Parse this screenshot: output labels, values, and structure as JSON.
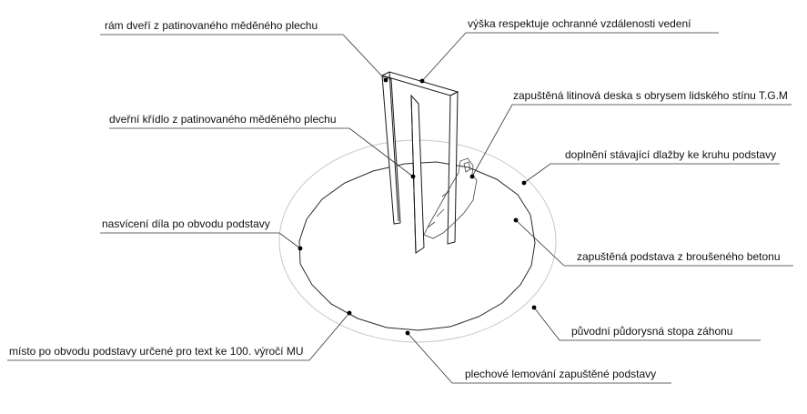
{
  "diagram": {
    "labels": {
      "door_frame": "rám dveří z patinovaného měděného plechu",
      "height": "výška respektuje ochranné vzdálenosti  vedení",
      "cast_iron_plate": "zapuštěná litinová deska s obrysem lidského stínu T.G.M",
      "door_leaf": "dveřní křídlo z patinovaného měděného plechu",
      "paving": "doplnění stávající dlažby ke kruhu podstavy",
      "lighting": "nasvícení díla po obvodu podstavy",
      "base": "zapuštěná podstava z broušeného betonu",
      "original_footprint": "původní půdorysná stopa záhonu",
      "text_place": "místo po obvodu podstavy určené pro text ke 100. výročí MU",
      "edging": "plechové lemování zapuštěné podstavy"
    },
    "colors": {
      "line": "#1a1a1a",
      "leader": "#333333",
      "outer_ring": "#c8c8c8"
    }
  }
}
